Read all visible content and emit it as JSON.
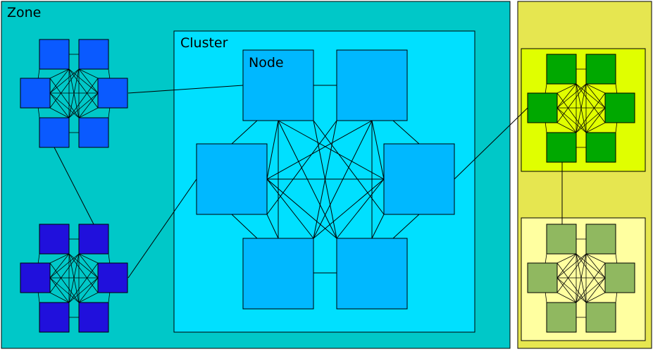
{
  "labels": {
    "zone": "Zone",
    "cluster": "Cluster",
    "node": "Node"
  },
  "colors": {
    "zone_fill": "#00c8c8",
    "zone_right_fill": "#e6e650",
    "cluster_fill": "#00e0ff",
    "node_big_fill": "#00b8ff",
    "node_blue_fill": "#0a5aff",
    "node_indigo_fill": "#2010dc",
    "green_cluster_fill": "#e0ff00",
    "node_green_fill": "#00a800",
    "pale_cluster_fill": "#ffffa0",
    "node_olive_fill": "#90b860",
    "stroke": "#000000"
  }
}
